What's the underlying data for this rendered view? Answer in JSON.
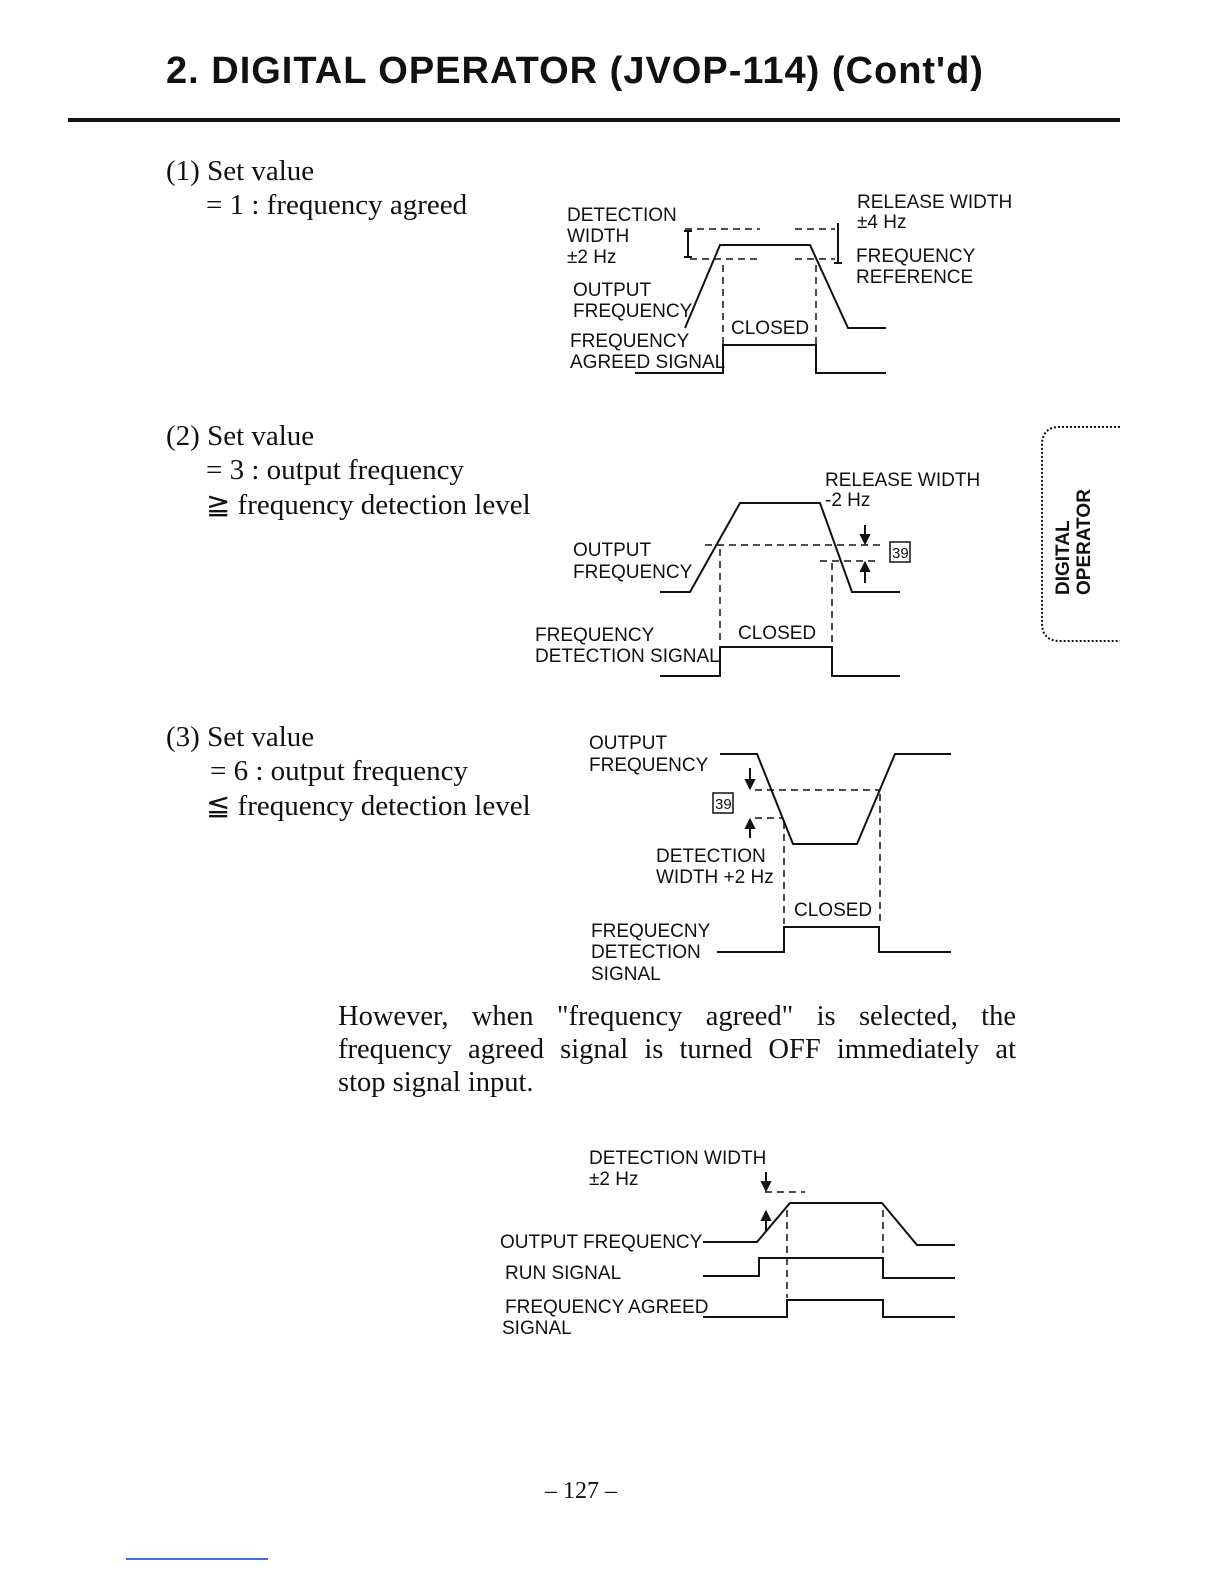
{
  "header": {
    "title": "2. DIGITAL OPERATOR (JVOP-114) (Cont'd)"
  },
  "section1": {
    "heading": "(1) Set value",
    "line1": "= 1 :  frequency agreed",
    "diagram": {
      "detection_width": "DETECTION",
      "detection_width2": "WIDTH",
      "detection_width3": "±2 Hz",
      "release_width": "RELEASE WIDTH",
      "release_width2": "±4 Hz",
      "freq_ref": "FREQUENCY",
      "freq_ref2": "REFERENCE",
      "output_freq": "OUTPUT",
      "output_freq2": "FREQUENCY",
      "closed": "CLOSED",
      "agreed_signal": "FREQUENCY",
      "agreed_signal2": "AGREED SIGNAL"
    }
  },
  "section2": {
    "heading": "(2) Set value",
    "line1": "= 3 :  output frequency",
    "line2": "≧ frequency detection level",
    "diagram": {
      "release_width": "RELEASE WIDTH",
      "release_width2": "-2 Hz",
      "output_freq": "OUTPUT",
      "output_freq2": "FREQUENCY",
      "param": "39",
      "closed": "CLOSED",
      "detect_signal": "FREQUENCY",
      "detect_signal2": "DETECTION SIGNAL"
    }
  },
  "section3": {
    "heading": "(3) Set value",
    "line1": "= 6 :  output frequency",
    "line2": "≦ frequency detection level",
    "diagram": {
      "output_freq": "OUTPUT",
      "output_freq2": "FREQUENCY",
      "param": "39",
      "detection_width": "DETECTION",
      "detection_width2": "WIDTH +2 Hz",
      "closed": "CLOSED",
      "detect_signal": "FREQUECNY",
      "detect_signal2": "DETECTION",
      "detect_signal3": "SIGNAL"
    }
  },
  "paragraph": {
    "line1": "However, when \"frequency agreed\" is selected, the",
    "line2": "frequency agreed signal is turned OFF immediately at",
    "line3": "stop signal input."
  },
  "diagram4": {
    "detection_width": "DETECTION WIDTH",
    "detection_width2": "±2 Hz",
    "output_freq": "OUTPUT FREQUENCY",
    "run_signal": "RUN SIGNAL",
    "agreed_signal": "FREQUENCY AGREED",
    "agreed_signal2": "SIGNAL"
  },
  "side_tab": {
    "line1": "DIGITAL",
    "line2": "OPERATOR"
  },
  "footer": {
    "page_number": "– 127 –"
  }
}
